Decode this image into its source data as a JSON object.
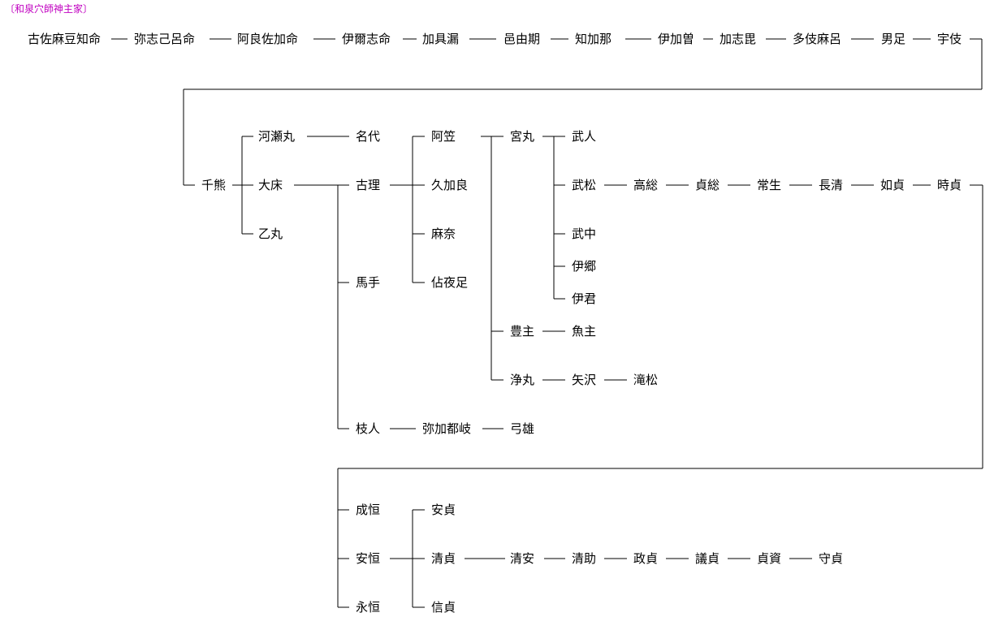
{
  "title": "〔和泉穴師神主家〕",
  "names": {
    "n1": "古佐麻豆知命",
    "n2": "弥志己呂命",
    "n3": "阿良佐加命",
    "n4": "伊爾志命",
    "n5": "加具漏",
    "n6": "邑由期",
    "n7": "知加那",
    "n8": "伊加曽",
    "n9": "加志毘",
    "n10": "多伎麻呂",
    "n11": "男足",
    "n12": "宇伎",
    "chino": "千熊",
    "kawase": "河瀬丸",
    "otoko": "大床",
    "otomaru": "乙丸",
    "nashiro": "名代",
    "kori": "古理",
    "mate": "馬手",
    "edahito": "枝人",
    "akasa": "阿笠",
    "kukara": "久加良",
    "mana": "麻奈",
    "sayotari": "佔夜足",
    "miyamaru": "宮丸",
    "toyonushi": "豊主",
    "kiyomaru": "浄丸",
    "takehito": "武人",
    "takematsu": "武松",
    "takenaka": "武中",
    "isato": "伊郷",
    "ikimi": "伊君",
    "uonushi": "魚主",
    "yazawa": "矢沢",
    "takimatsu": "滝松",
    "takaso": "高総",
    "sadafusa": "貞総",
    "tsunenari": "常生",
    "nagakiyo": "長清",
    "yukisada": "如貞",
    "tokisada": "時貞",
    "yakatoki": "弥加都岐",
    "yumio": "弓雄",
    "narihisa": "成恒",
    "yasuhisa": "安恒",
    "nagahisa": "永恒",
    "yasusada": "安貞",
    "kiyosada": "清貞",
    "nobusada": "信貞",
    "kiyoyasu": "清安",
    "kiyosuke": "清助",
    "masasada": "政貞",
    "norisada": "議貞",
    "sadasuke": "貞資",
    "morisada": "守貞"
  }
}
